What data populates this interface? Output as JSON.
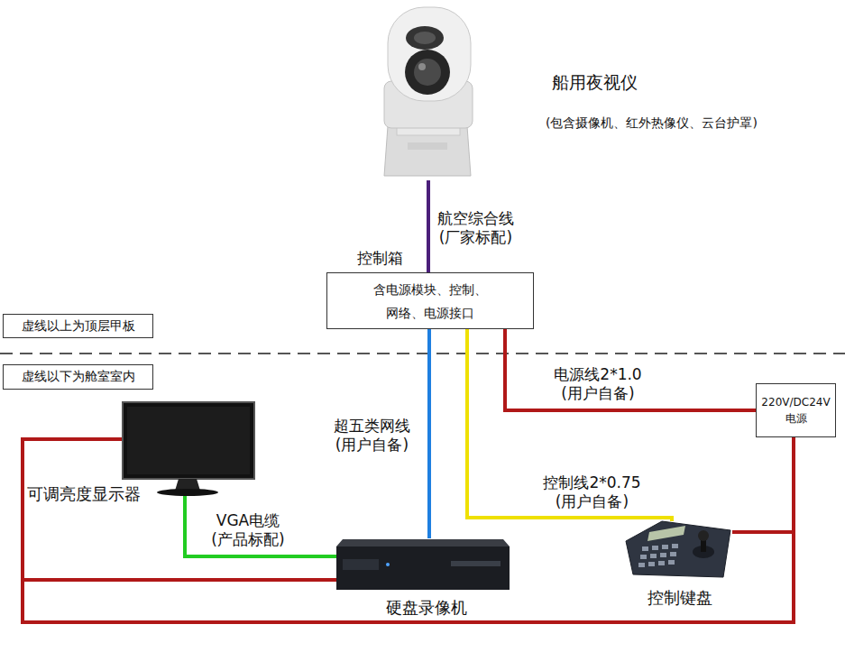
{
  "diagram": {
    "nodes": [
      {
        "text": [
          "船用夜视仪",
          "(包含摄像机、红外热像仪、云台护罩)"
        ]
      },
      {
        "text": [
          "控制箱",
          "含电源模块、控制、 网络、电源接口"
        ]
      },
      {
        "text": [
          "虚线以上为顶层甲板"
        ]
      },
      {
        "text": [
          "虚线以下为舱室室内"
        ]
      },
      {
        "text": [
          "220V/DC24V 电源"
        ]
      },
      {
        "text": [
          "可调亮度显示器"
        ]
      },
      {
        "text": [
          "硬盘录像机"
        ]
      },
      {
        "text": [
          "控制键盘"
        ]
      }
    ],
    "edges": [
      {
        "from": 0,
        "to": 1,
        "arrow": "none",
        "label": "航空综合线 (厂家标配)"
      },
      {
        "from": 1,
        "to": 4,
        "arrow": "none",
        "label": "电源线2*1.0 (用户自备)"
      },
      {
        "from": 1,
        "to": 6,
        "arrow": "none",
        "label": "超五类网线 (用户自备)"
      },
      {
        "from": 1,
        "to": 7,
        "arrow": "none",
        "label": "控制线2*0.75 (用户自备)"
      },
      {
        "from": 5,
        "to": 6,
        "arrow": "none",
        "label": "VGA电缆 (产品标配)"
      },
      {
        "from": 4,
        "to": 5,
        "arrow": "none"
      },
      {
        "from": 4,
        "to": 6,
        "arrow": "none"
      },
      {
        "from": 4,
        "to": 7,
        "arrow": "none"
      }
    ]
  }
}
